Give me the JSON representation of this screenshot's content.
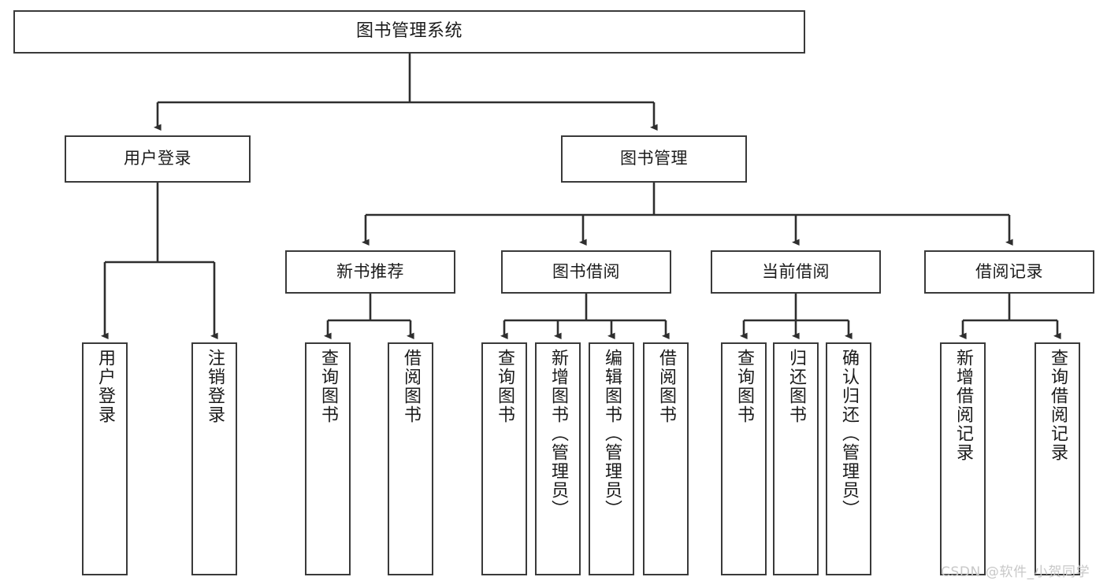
{
  "diagram": {
    "title": "图书管理系统",
    "type": "tree-hierarchy-chart",
    "line_color": "#3a3a3a",
    "box_fill": "#ffffff",
    "text_color": "#1b1b1b",
    "background": "#ffffff"
  },
  "nodes": {
    "root": {
      "label": "图书管理系统"
    },
    "level1": [
      {
        "id": "user-login",
        "label": "用户登录"
      },
      {
        "id": "book-manage",
        "label": "图书管理"
      }
    ],
    "level2": [
      {
        "id": "new-book-rec",
        "label": "新书推荐"
      },
      {
        "id": "book-borrow",
        "label": "图书借阅"
      },
      {
        "id": "current-borrow",
        "label": "当前借阅"
      },
      {
        "id": "borrow-record",
        "label": "借阅记录"
      }
    ],
    "leaves": {
      "user_login": [
        {
          "id": "leaf-user-login",
          "label": "用户登录"
        },
        {
          "id": "leaf-logout",
          "label": "注销登录"
        }
      ],
      "new_book_rec": [
        {
          "id": "leaf-query-book-1",
          "label": "查询图书"
        },
        {
          "id": "leaf-borrow-book-1",
          "label": "借阅图书"
        }
      ],
      "book_borrow": [
        {
          "id": "leaf-query-book-2",
          "label": "查询图书"
        },
        {
          "id": "leaf-add-book",
          "label": "新增图书（管理员）"
        },
        {
          "id": "leaf-edit-book",
          "label": "编辑图书（管理员）"
        },
        {
          "id": "leaf-borrow-book-2",
          "label": "借阅图书"
        }
      ],
      "current_borrow": [
        {
          "id": "leaf-query-book-3",
          "label": "查询图书"
        },
        {
          "id": "leaf-return-book",
          "label": "归还图书"
        },
        {
          "id": "leaf-confirm-return",
          "label": "确认归还（管理员）"
        }
      ],
      "borrow_record": [
        {
          "id": "leaf-add-record",
          "label": "新增借阅记录"
        },
        {
          "id": "leaf-query-record",
          "label": "查询借阅记录"
        }
      ]
    }
  },
  "watermark": {
    "text": "CSDN @软件_小贺同学"
  }
}
